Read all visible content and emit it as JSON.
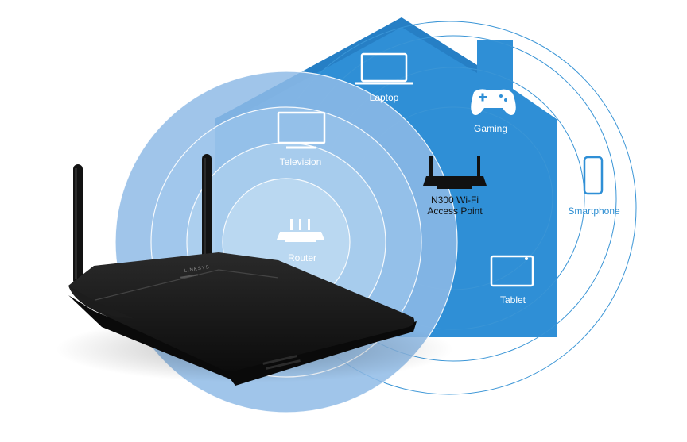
{
  "colors": {
    "house": "#2f8fd6",
    "house_dark": "#1f73b8",
    "inner_zone": "#8fbbe6",
    "ring": "#3a95d6",
    "hardware": "#161616"
  },
  "brand": "LINKSYS",
  "devices": {
    "laptop": {
      "label": "Laptop",
      "icon": "laptop-icon"
    },
    "gaming": {
      "label": "Gaming",
      "icon": "gamepad-icon"
    },
    "television": {
      "label": "Television",
      "icon": "television-icon"
    },
    "access_point": {
      "label_line1": "N300 Wi-Fi",
      "label_line2": "Access Point",
      "icon": "access-point-icon"
    },
    "smartphone": {
      "label": "Smartphone",
      "icon": "smartphone-icon"
    },
    "router": {
      "label": "Router",
      "icon": "router-icon"
    },
    "tablet": {
      "label": "Tablet",
      "icon": "tablet-icon"
    }
  }
}
